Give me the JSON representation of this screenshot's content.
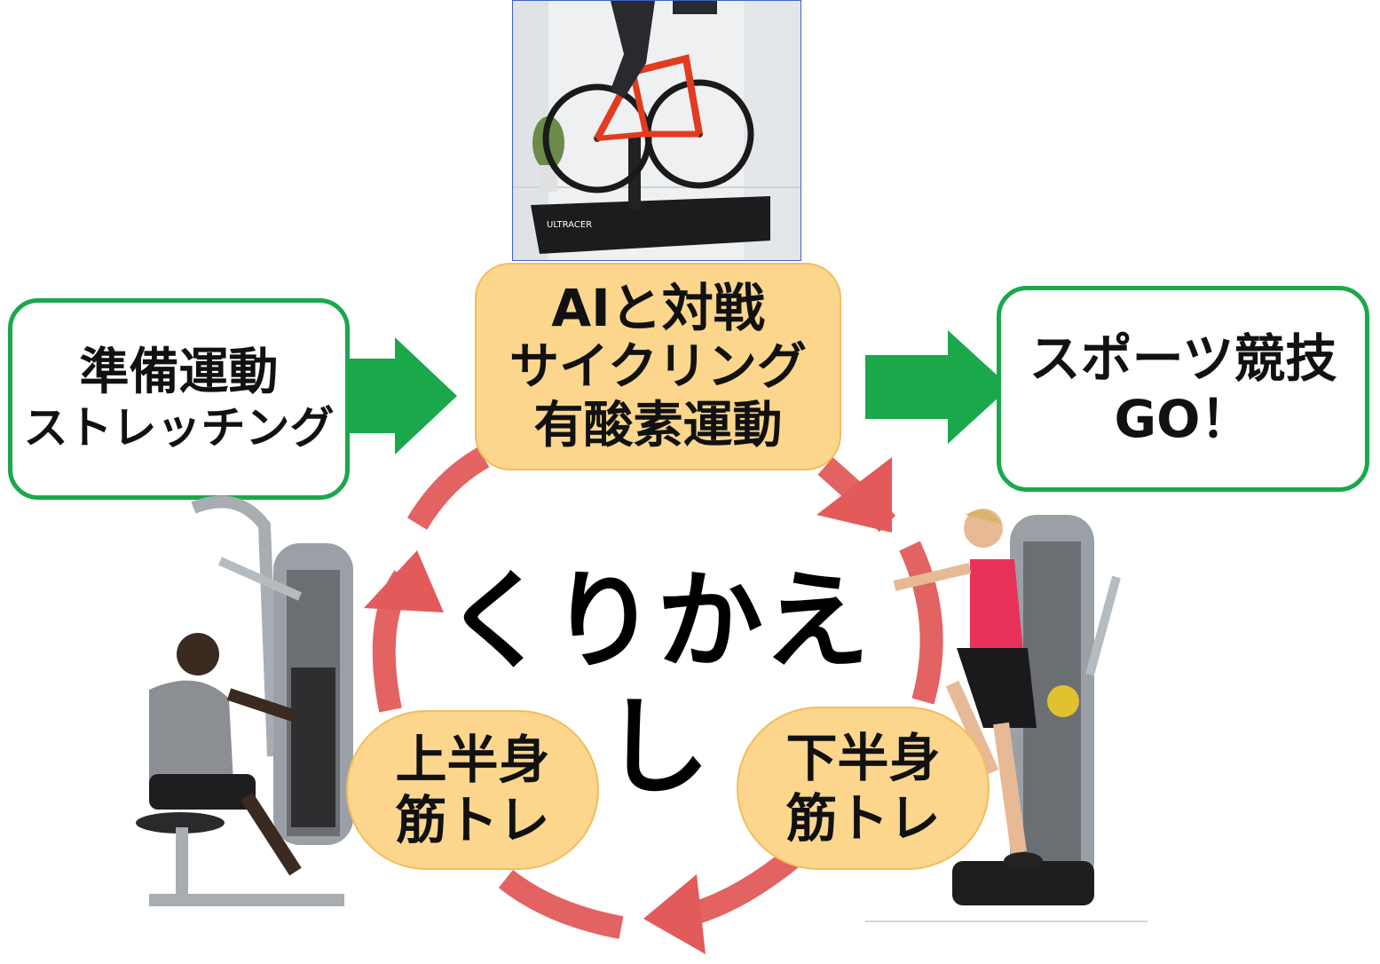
{
  "steps": {
    "warmup": {
      "line1": "準備運動",
      "line2": "ストレッチング"
    },
    "cardio": {
      "line1": "AIと対戦",
      "line2": "サイクリング",
      "line3": "有酸素運動"
    },
    "sports": {
      "line1": "スポーツ競技",
      "line2": "GO！"
    }
  },
  "cycle": {
    "label": "くりかえし",
    "upper": {
      "line1": "上半身",
      "line2": "筋トレ"
    },
    "lower": {
      "line1": "下半身",
      "line2": "筋トレ"
    }
  },
  "photos": {
    "bike_brand": "ULTRACER"
  },
  "colors": {
    "green_arrow": "#1aa84b",
    "cycle_arrow": "#e25a5a",
    "peach_fill": "#fbd68c"
  }
}
